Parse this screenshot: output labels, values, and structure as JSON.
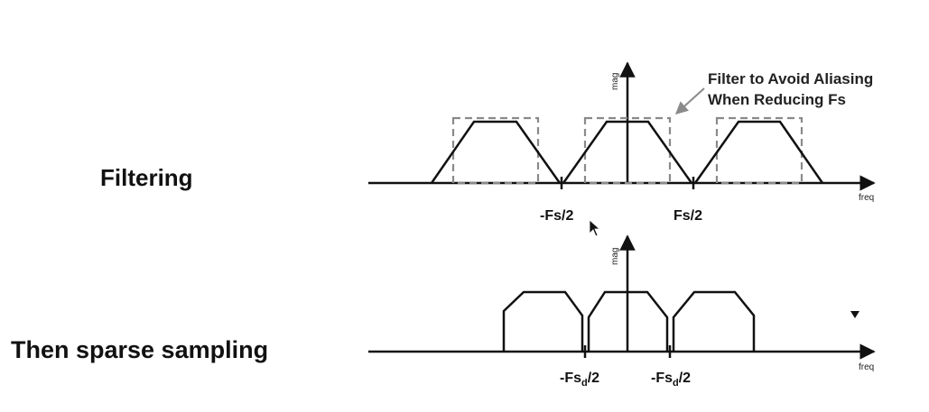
{
  "labels": {
    "filtering": "Filtering",
    "sparse_sampling": "Then sparse sampling"
  },
  "top_plot": {
    "y_axis_label": "mag",
    "x_axis_label": "freq",
    "tick_neg": "-Fs/2",
    "tick_pos": "Fs/2",
    "annotation_line1": "Filter to Avoid Aliasing",
    "annotation_line2": "When Reducing Fs"
  },
  "bottom_plot": {
    "y_axis_label": "mag",
    "x_axis_label": "freq",
    "tick_neg_main": "-Fs",
    "tick_neg_sub": "d",
    "tick_neg_tail": "/2",
    "tick_pos_main": "-Fs",
    "tick_pos_sub": "d",
    "tick_pos_tail": "/2"
  },
  "colors": {
    "line": "#111111",
    "filter_dash": "#8a8a8a",
    "annotation_arrow": "#8a8a8a"
  }
}
